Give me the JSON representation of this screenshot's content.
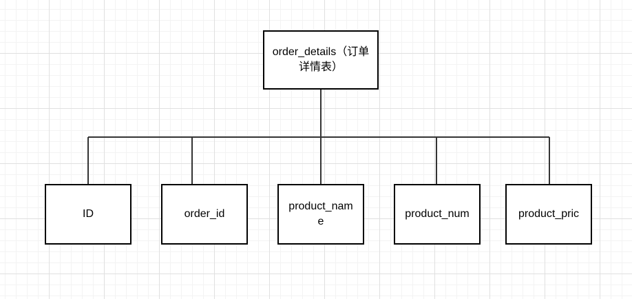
{
  "diagram": {
    "root": {
      "label": "order_details（订单详情表）"
    },
    "children": [
      {
        "label": "ID"
      },
      {
        "label": "order_id"
      },
      {
        "label": "product_name"
      },
      {
        "label": "product_num"
      },
      {
        "label": "product_pric"
      }
    ],
    "colors": {
      "line": "#333333",
      "box_border": "#000000",
      "grid": "#e0e0e0"
    }
  }
}
